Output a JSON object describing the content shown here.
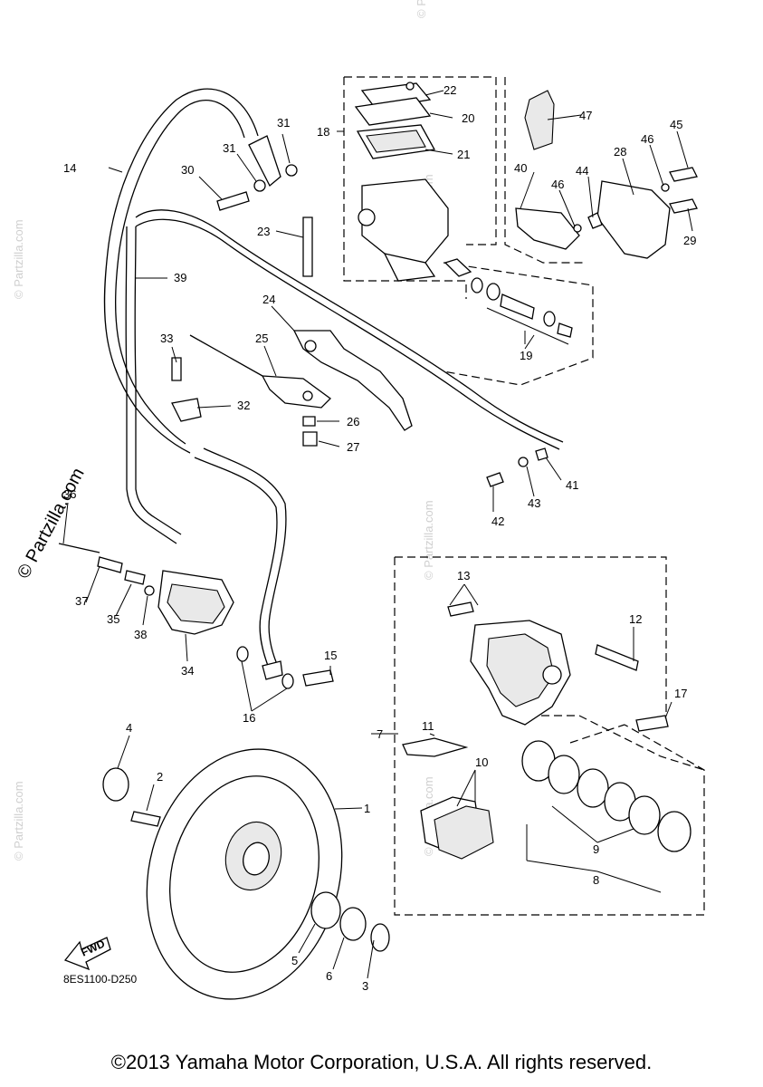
{
  "diagram_code": "8ES1100-D250",
  "fwd_label": "FWD",
  "copyright": "©2013 Yamaha Motor Corporation, U.S.A. All rights reserved.",
  "watermark": "© Partzilla.com",
  "watermark_small": "© Partzilla.com",
  "labels": {
    "p1": "1",
    "p2": "2",
    "p3": "3",
    "p4": "4",
    "p5": "5",
    "p6": "6",
    "p7": "7",
    "p8": "8",
    "p9": "9",
    "p10": "10",
    "p11": "11",
    "p12": "12",
    "p13": "13",
    "p14": "14",
    "p15": "15",
    "p16": "16",
    "p17": "17",
    "p18": "18",
    "p19": "19",
    "p20": "20",
    "p21": "21",
    "p22": "22",
    "p23": "23",
    "p24": "24",
    "p25": "25",
    "p26": "26",
    "p27": "27",
    "p28": "28",
    "p29": "29",
    "p30": "30",
    "p31a": "31",
    "p31b": "31",
    "p32": "32",
    "p33": "33",
    "p34": "34",
    "p35": "35",
    "p36": "36",
    "p37": "37",
    "p38": "38",
    "p39": "39",
    "p40": "40",
    "p41": "41",
    "p42": "42",
    "p43": "43",
    "p44": "44",
    "p45": "45",
    "p46a": "46",
    "p46b": "46",
    "p47": "47"
  }
}
